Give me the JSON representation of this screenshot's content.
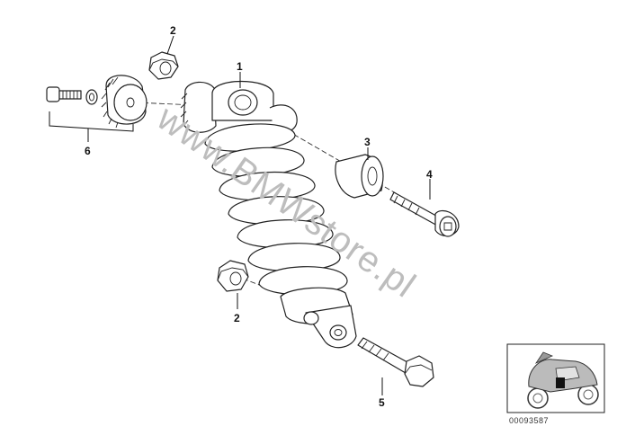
{
  "diagram": {
    "watermark": "www.BMWstore.pl",
    "reference_number": "00093587",
    "callouts": [
      "1",
      "2",
      "2",
      "3",
      "4",
      "5",
      "6"
    ]
  },
  "colors": {
    "line": "#222222",
    "watermark": "#bdbdbd",
    "background": "#ffffff"
  }
}
